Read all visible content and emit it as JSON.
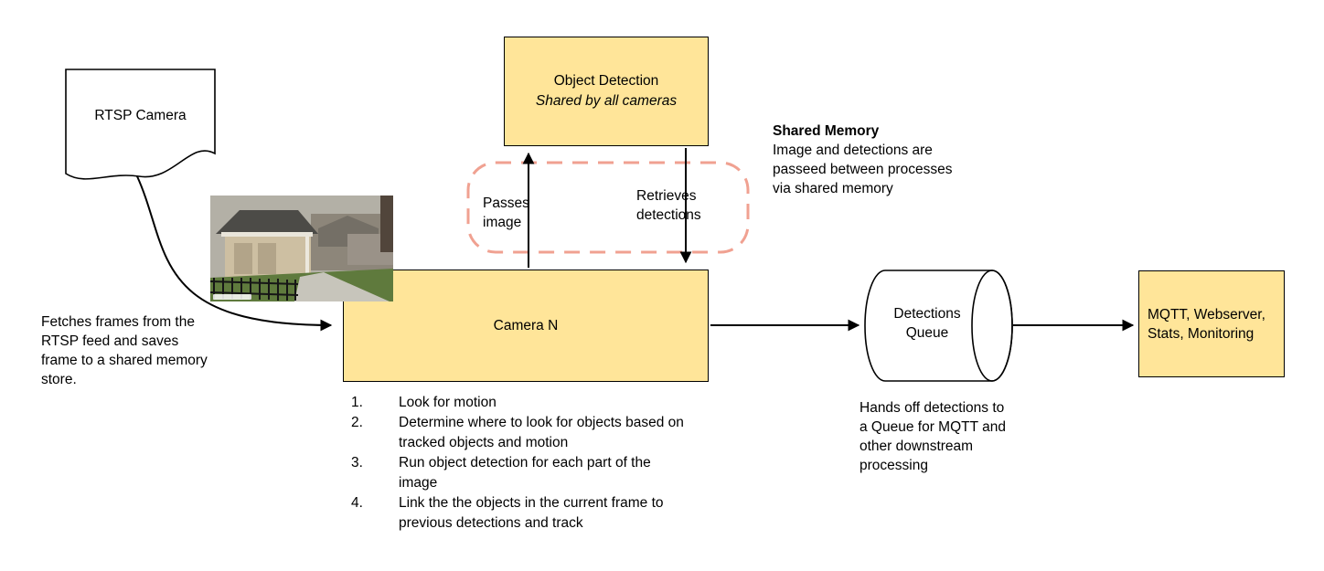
{
  "colors": {
    "node-fill": "#ffe599",
    "node-border": "#000000",
    "shared-memory-dash": "#f0a191",
    "arrow": "#000000",
    "background": "#ffffff"
  },
  "nodes": {
    "rtsp_camera": {
      "label": "RTSP Camera"
    },
    "object_detection": {
      "title": "Object Detection",
      "subtitle": "Shared by all cameras"
    },
    "camera_n": {
      "label": "Camera N"
    },
    "detections_queue": {
      "label": "Detections Queue"
    },
    "outputs": {
      "label": "MQTT, Webserver, Stats, Monitoring"
    }
  },
  "edges": {
    "passes_image": "Passes image",
    "retrieves_detections": "Retrieves detections"
  },
  "annotations": {
    "shared_memory_title": "Shared Memory",
    "shared_memory_body": "Image and detections are passeed between processes via shared memory",
    "fetch_frames": "Fetches frames from the RTSP feed and saves frame to a shared memory store.",
    "hands_off": "Hands off detections to a Queue for MQTT and other downstream processing",
    "step_numbers": [
      "1.",
      "2.",
      "3.",
      "4."
    ],
    "camera_steps": [
      "Look for motion",
      "Determine where to look for objects based on tracked objects and motion",
      "Run object detection for each part of the image",
      "Link the the objects in the current frame to previous detections and track"
    ]
  }
}
